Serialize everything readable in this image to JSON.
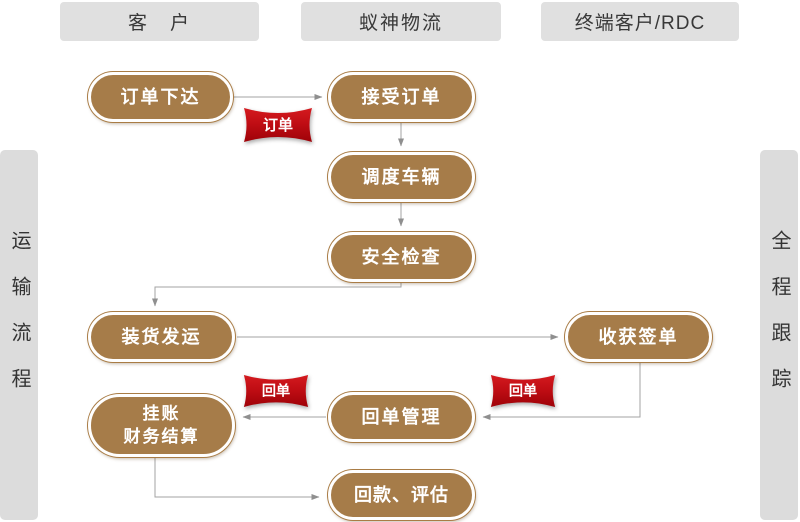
{
  "diagram": {
    "lanes": [
      {
        "label": "客　户"
      },
      {
        "label": "蚁神物流"
      },
      {
        "label": "终端客户/RDC"
      }
    ],
    "sidebar_left": {
      "label": "运输流程"
    },
    "sidebar_right": {
      "label": "全程跟踪"
    },
    "nodes": [
      {
        "label": "订单下达"
      },
      {
        "label": "接受订单"
      },
      {
        "label": "调度车辆"
      },
      {
        "label": "安全检查"
      },
      {
        "label": "装货发运"
      },
      {
        "label": "收获签单"
      },
      {
        "label": "挂账",
        "label2": "财务结算"
      },
      {
        "label": "回单管理"
      },
      {
        "label": "回款、评估"
      }
    ],
    "banners": [
      {
        "label": "订单"
      },
      {
        "label": "回单"
      },
      {
        "label": "回单"
      }
    ],
    "colors": {
      "node_fill": "#a67c49",
      "node_outline": "#a97c45",
      "node_text": "#ffffff",
      "banner_red_top": "#d41a1f",
      "banner_red_bottom": "#9e0208",
      "lane_bg": "#e0e0e0",
      "sidebar_bg": "#dcdcdc",
      "text_dark": "#383838",
      "arrow_gray": "#a3a3a3"
    }
  }
}
